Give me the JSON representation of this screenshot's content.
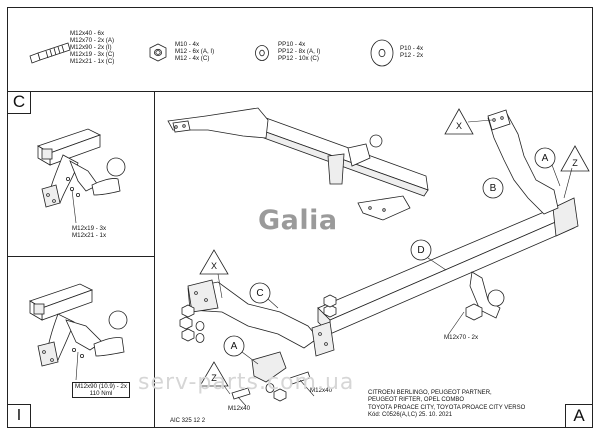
{
  "header": {
    "bolts": [
      "M12x40 - 6x",
      "M12x70 - 2x (A)",
      "M12x90 - 2x (I)",
      "M12x19 - 3x (C)",
      "M12x21 - 1x (C)"
    ],
    "nuts": [
      "M10 - 4x",
      "M12 - 6x (A, I)",
      "M12 - 4x (C)"
    ],
    "washers": [
      "PP10 - 4x",
      "PP12 - 8x (A, I)",
      "PP12 - 10x (C)"
    ],
    "large_washers": [
      "P10 - 4x",
      "P12 - 2x"
    ]
  },
  "panel_c": {
    "corner": "C",
    "bolts": [
      "M12x19 - 3x",
      "M12x21 - 1x"
    ]
  },
  "panel_i": {
    "corner": "I",
    "bolt": "M12x90 (10.9) - 2x",
    "torque": "110 Nml"
  },
  "main": {
    "brand": "Galia",
    "watermark": "serv-parts.com.ua",
    "corner": "A",
    "callouts": {
      "d": "D",
      "c": "C",
      "a1": "A",
      "a2": "A",
      "b": "B",
      "x1": "X",
      "x2": "X",
      "z1": "Z",
      "z2": "Z"
    },
    "labels": {
      "m12x70": "M12x70 - 2x",
      "m12x40_1": "M12x40",
      "m12x40_2": "M12x40"
    },
    "vehicles": [
      "CITROEN BERLINGO, PEUGEOT PARTNER,",
      "PEUGEOT RIFTER, OPEL COMBO",
      "TOYOTA PROACE CITY, TOYOTA PROACE CITY VERSO",
      "Kód: C0526(A,I,C)  25. 10. 2021"
    ],
    "code": "AIC 325 12 2"
  }
}
